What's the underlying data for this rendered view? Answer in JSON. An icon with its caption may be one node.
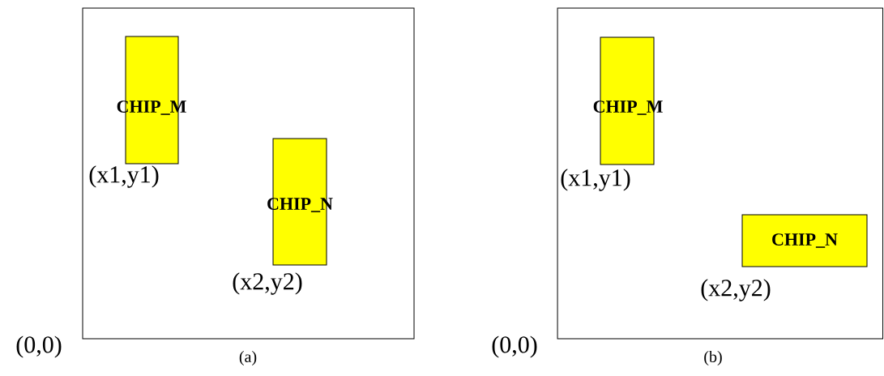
{
  "diagram": {
    "nodes": [
      {
        "text": [],
        "shape": "box",
        "beside": [
          "(0,0)",
          "(a)"
        ]
      },
      {
        "text": [
          "CHIP_M"
        ],
        "in": 0,
        "beside": [
          "(x1,y1)"
        ]
      },
      {
        "text": [
          "CHIP_N"
        ],
        "in": 0,
        "beside": [
          "(x2,y2)"
        ]
      },
      {
        "text": [],
        "shape": "box",
        "beside": [
          "(0,0)",
          "(b)"
        ]
      },
      {
        "text": [
          "CHIP_M"
        ],
        "in": 3,
        "beside": [
          "(x1,y1)"
        ]
      },
      {
        "text": [
          "CHIP_N"
        ],
        "in": 3,
        "beside": [
          "(x2,y2)"
        ]
      }
    ]
  }
}
